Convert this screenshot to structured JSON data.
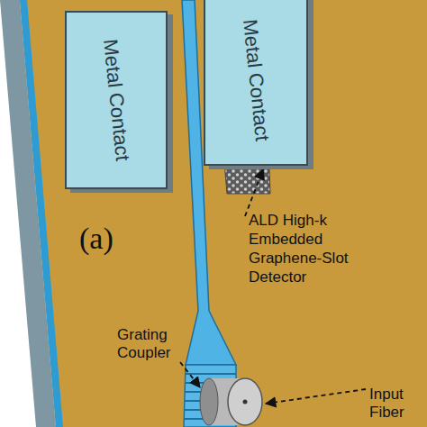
{
  "diagram": {
    "nodes": [
      {
        "text": [
          "Metal Contact"
        ]
      },
      {
        "text": [
          "Metal Contact"
        ]
      }
    ],
    "labels": [
      "(a)",
      "ALD High-k Embedded Graphene-Slot Detector",
      "Grating Coupler",
      "Input Fiber"
    ]
  }
}
